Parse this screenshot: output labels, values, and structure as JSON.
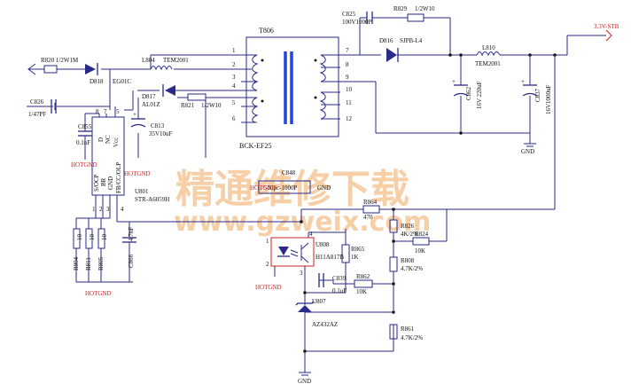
{
  "labels": {
    "r820": "R820 1/2W1M",
    "d818": "D818",
    "eg01c": "EG01C",
    "c826": "C826",
    "c826_val": "1/47PF",
    "l804": "L804",
    "tem2001_a": "TEM2001",
    "d817": "D817",
    "al01z": "AL01Z",
    "r821": "R821",
    "r821_val": "1/2W10",
    "c813": "C813",
    "c813_val": "35V10uF",
    "c855": "C855",
    "c855_val": "0.1uF",
    "t806": "T806",
    "bck": "BCK-EF25",
    "c825": "C825",
    "c825_val": "100V1000P",
    "r829": "R829",
    "r829_val": "1/2W10",
    "d816": "D816",
    "sjpb": "SJPB-L4",
    "l810": "L810",
    "tem2001_b": "TEM2001",
    "c862": "C862",
    "c862_val": "16V 220uF",
    "c837": "C837",
    "c837_val": "16V1000uF",
    "out_net": "3.3V-STB",
    "gnd": "GND",
    "hotgnd": "HOTGND",
    "u801": "U801",
    "ic_part": "STR-A6059H",
    "c848": "C848",
    "c848_val": "500pc-1000P",
    "r864": "R864",
    "r864_val": "470",
    "r826": "R826",
    "r826_val": "4K/2%",
    "r824": "R824",
    "r824_val": "10K",
    "u808": "U808",
    "h11": "H11A817B",
    "r865": "R865",
    "r865_val": "1K",
    "r808": "R808",
    "r808_val": "4.7K/2%",
    "c839": "C839",
    "c839_val": "0.1uF",
    "r862": "R862",
    "r862_val": "10K",
    "u807": "U807",
    "az": "AZ432AZ",
    "r861": "R861",
    "r861_val": "4.7K/2%",
    "r804": "R804",
    "r811": "R811",
    "r805": "R805",
    "res_val": "10",
    "c866": "C866",
    "c866_val": "4.7nF"
  },
  "pins": {
    "p1": "1",
    "p2": "2",
    "p3": "3",
    "p4": "4",
    "p5": "5",
    "p6": "6",
    "p7": "7",
    "p8": "8",
    "p9": "9",
    "p10": "10",
    "p11": "11",
    "p12": "12"
  },
  "ic_pins": {
    "d": "D",
    "nc": "NC",
    "vcc": "Vcc",
    "s_ocp": "S/OCP",
    "br": "BR",
    "gnd": "GND",
    "fb": "FB/CC/OLP",
    "n8": "8",
    "n7": "7",
    "n5": "5",
    "n1": "1",
    "n2": "2",
    "n3": "3",
    "n4": "4"
  },
  "u808_pins": {
    "p1": "1",
    "p2": "2",
    "p3": "3",
    "p4": "4"
  },
  "watermark": {
    "cn": "精通维修下载",
    "url": "www.gzweix.com"
  }
}
